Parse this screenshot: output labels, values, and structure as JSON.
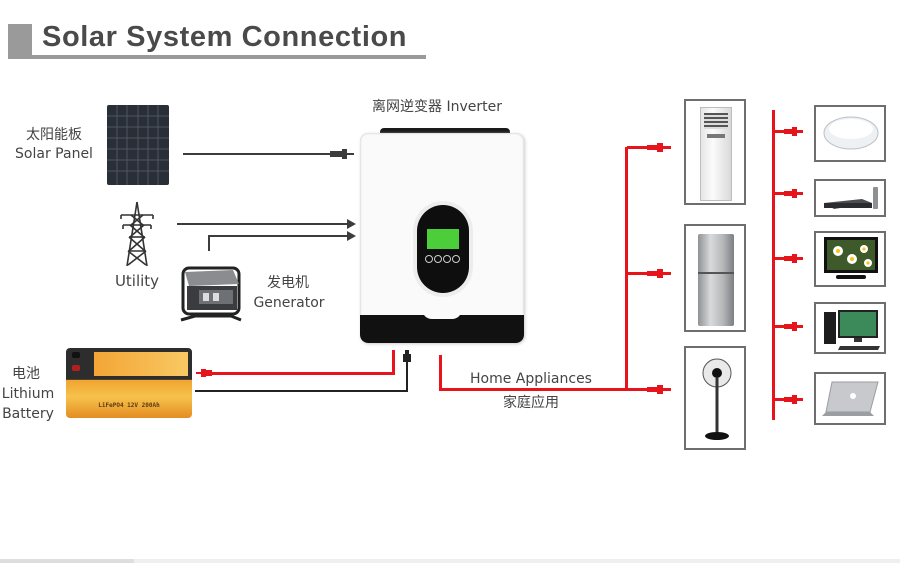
{
  "header": {
    "title": "Solar System Connection"
  },
  "sources": {
    "solar_panel": {
      "label_cn": "太阳能板",
      "label_en": "Solar Panel"
    },
    "utility": {
      "label_en": "Utility"
    },
    "generator": {
      "label_cn": "发电机",
      "label_en": "Generator"
    },
    "battery": {
      "label_cn": "电池",
      "label_en_line1": "Lithium",
      "label_en_line2": "Battery",
      "product_text": "LiFePO4 12V 200Ah"
    }
  },
  "inverter": {
    "label": "离网逆变器 Inverter"
  },
  "loads": {
    "label_en": "Home Appliances",
    "label_cn": "家庭应用",
    "appliances_left": [
      "air-conditioner",
      "refrigerator",
      "standing-fan"
    ],
    "appliances_right": [
      "ceiling-light",
      "dvd-player",
      "television",
      "desktop-computer",
      "laptop"
    ]
  },
  "colors": {
    "ac_wire": "#e8141c",
    "dc_wire": "#222222",
    "input_wire": "#3c3c3c",
    "header_accent": "#9a9a9a"
  }
}
